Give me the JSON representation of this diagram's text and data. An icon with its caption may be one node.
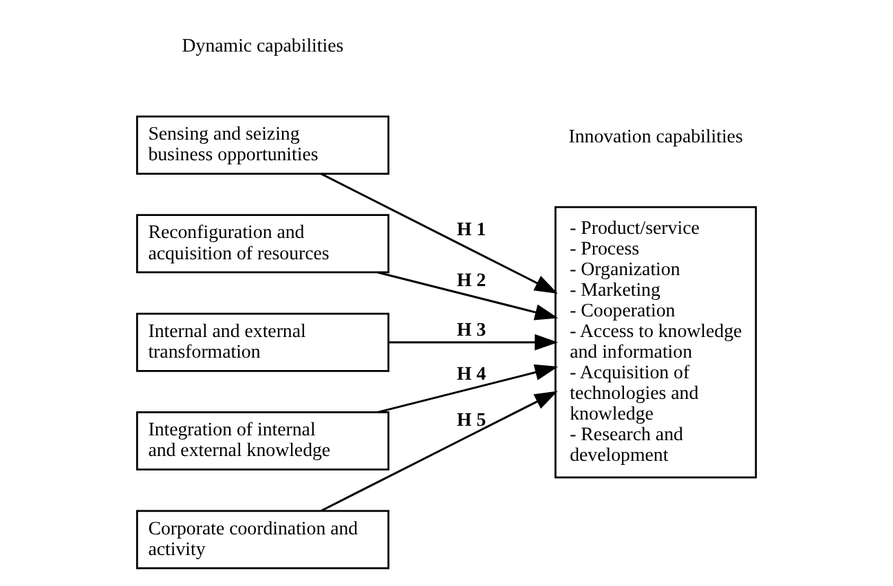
{
  "diagram": {
    "nodes": [
      {
        "text": [
          "Sensing and seizing business opportunities"
        ]
      },
      {
        "text": [
          "Reconfiguration and acquisition of resources"
        ]
      },
      {
        "text": [
          "Internal and external transformation"
        ]
      },
      {
        "text": [
          "Integration of internal and external knowledge"
        ]
      },
      {
        "text": [
          "Corporate coordination and activity"
        ]
      },
      {
        "text": [
          "- Product/service",
          "- Process",
          "- Organization",
          "- Marketing",
          "- Cooperation",
          "- Access to knowledge and information",
          "- Acquisition of technologies and knowledge",
          "- Research and development"
        ]
      }
    ],
    "edges": [
      {
        "from": 0,
        "to": 5,
        "arrow": "to",
        "label": "H 1"
      },
      {
        "from": 1,
        "to": 5,
        "arrow": "to",
        "label": "H 2"
      },
      {
        "from": 2,
        "to": 5,
        "arrow": "to",
        "label": "H 3"
      },
      {
        "from": 3,
        "to": 5,
        "arrow": "to",
        "label": "H 4"
      },
      {
        "from": 4,
        "to": 5,
        "arrow": "to",
        "label": "H 5"
      }
    ],
    "labels": [
      "Dynamic capabilities",
      "Innovation capabilities"
    ]
  }
}
